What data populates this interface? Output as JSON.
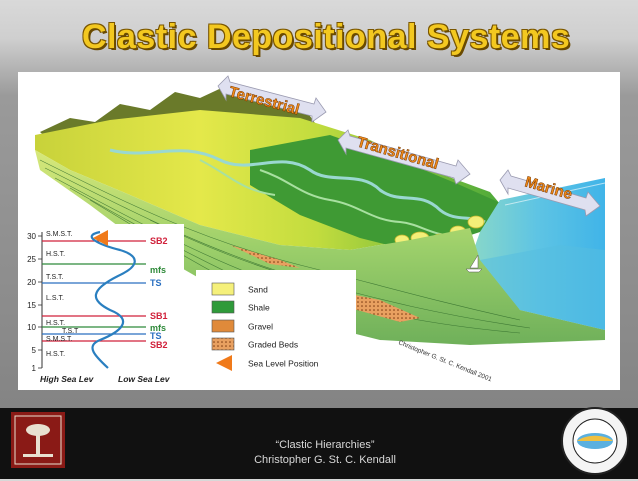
{
  "title": "Clastic Depositional Systems",
  "footer": {
    "line1": "“Clastic Hierarchies”",
    "line2": "Christopher G. St. C. Kendall"
  },
  "zones": [
    "Terrestrial",
    "Transitional",
    "Marine"
  ],
  "curve": {
    "axis_ticks": [
      "30",
      "25",
      "20",
      "15",
      "10",
      "5",
      "1"
    ],
    "tract_labels": [
      "S.M.S.T.",
      "H.S.T.",
      "T.S.T.",
      "L.S.T.",
      "H.S.T.",
      "T.S.T",
      "S.M.S.T.",
      "H.S.T."
    ],
    "surface_labels": [
      {
        "text": "SB2",
        "color": "#d0203a"
      },
      {
        "text": "mfs",
        "color": "#2f8a3a"
      },
      {
        "text": "TS",
        "color": "#2a6fc0"
      },
      {
        "text": "SB1",
        "color": "#d0203a"
      },
      {
        "text": "mfs",
        "color": "#2f8a3a"
      },
      {
        "text": "TS",
        "color": "#2a6fc0"
      },
      {
        "text": "SB2",
        "color": "#d0203a"
      }
    ],
    "xlabel_left": "High Sea Lev",
    "xlabel_right": "Low Sea Lev"
  },
  "legend": [
    {
      "label": "Sand",
      "color": "#f5f07a",
      "icon": "sand-swatch"
    },
    {
      "label": "Shale",
      "color": "#2f9a3a",
      "icon": "shale-swatch"
    },
    {
      "label": "Gravel",
      "color": "#e08a3a",
      "icon": "gravel-swatch"
    },
    {
      "label": "Graded Beds",
      "color": "#e8a060",
      "icon": "graded-beds-swatch"
    },
    {
      "label": "Sea Level Position",
      "color": "#f07a1a",
      "icon": "triangle-marker-icon"
    }
  ],
  "credit": "Christopher G. St. C. Kendall 2001"
}
